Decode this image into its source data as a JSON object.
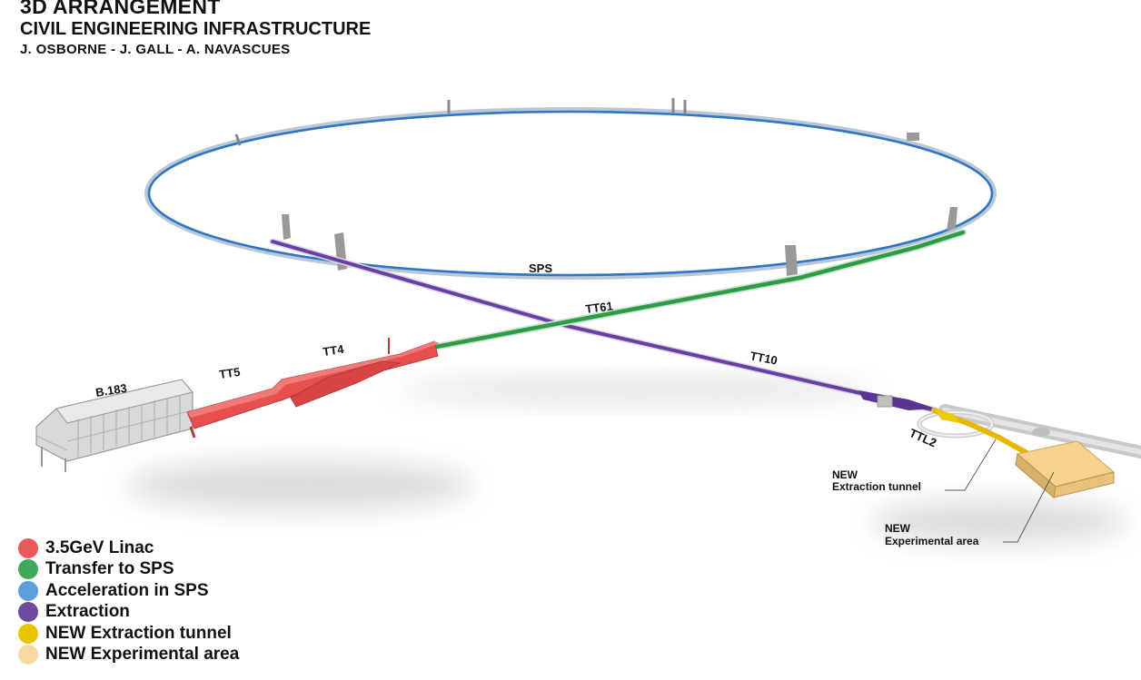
{
  "header": {
    "title": "3D ARRANGEMENT",
    "subtitle": "CIVIL ENGINEERING INFRASTRUCTURE",
    "authors": "J. OSBORNE   -   J. GALL   -   A. NAVASCUES"
  },
  "labels": {
    "sps": "SPS",
    "tt61": "TT61",
    "tt10": "TT10",
    "tt4": "TT4",
    "tt5": "TT5",
    "b183": "B.183",
    "ttl2": "TTL2",
    "new_extraction_line1": "NEW",
    "new_extraction_line2": "Extraction tunnel",
    "new_experimental_line1": "NEW",
    "new_experimental_line2": "Experimental area"
  },
  "colors": {
    "linac": "#e8504f",
    "transfer": "#2e9b47",
    "acceleration": "#2f76c2",
    "extraction": "#6b3fa0",
    "new_tunnel": "#e6b800",
    "new_area": "#f5d28e",
    "building": "#b5b5b5"
  },
  "legend": [
    {
      "label": "3.5GeV Linac",
      "color": "#ea5a5a"
    },
    {
      "label": "Transfer to SPS",
      "color": "#3daa5a"
    },
    {
      "label": "Acceleration in SPS",
      "color": "#5a9edb"
    },
    {
      "label": "Extraction",
      "color": "#6e4a9e"
    },
    {
      "label": "NEW Extraction tunnel",
      "color": "#e8c400"
    },
    {
      "label": "NEW Experimental area",
      "color": "#f7d9a0"
    }
  ]
}
